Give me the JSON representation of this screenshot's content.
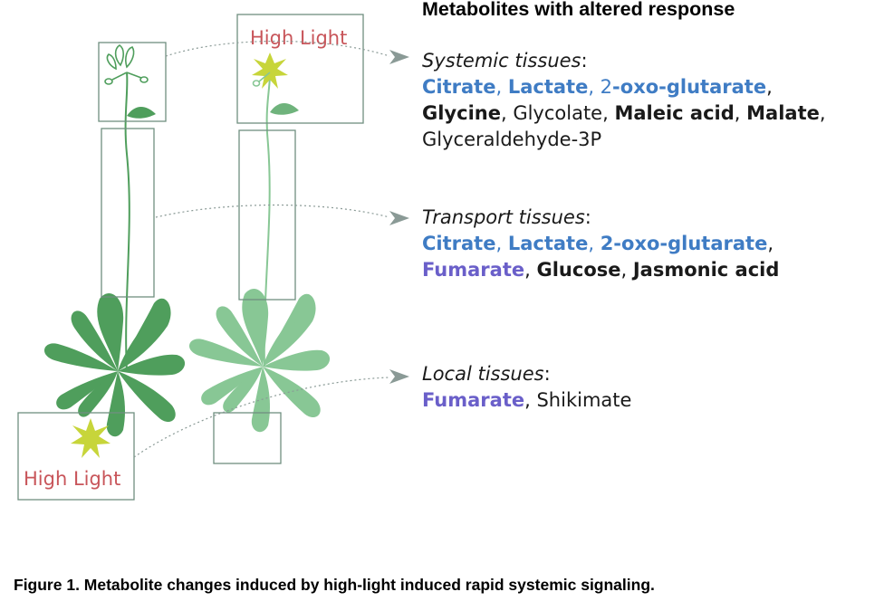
{
  "title": "Metabolites with altered response",
  "high_light_label": "High Light",
  "groups": [
    {
      "heading": "Systemic tissues",
      "lines": [
        [
          {
            "text": "Citrate",
            "style": "blue-bold"
          },
          {
            "text": ", ",
            "style": "blue"
          },
          {
            "text": "Lactate",
            "style": "blue-bold"
          },
          {
            "text": ", 2",
            "style": "blue"
          },
          {
            "text": "-oxo-glutarate",
            "style": "blue-bold"
          },
          {
            "text": ",",
            "style": "plain"
          }
        ],
        [
          {
            "text": "Glycine",
            "style": "bold"
          },
          {
            "text": ", Glycolate, ",
            "style": "plain"
          },
          {
            "text": "Maleic acid",
            "style": "bold"
          },
          {
            "text": ", ",
            "style": "plain"
          },
          {
            "text": "Malate",
            "style": "bold"
          },
          {
            "text": ",",
            "style": "plain"
          }
        ],
        [
          {
            "text": "Glyceraldehyde-3P",
            "style": "plain"
          }
        ]
      ]
    },
    {
      "heading": "Transport tissues",
      "lines": [
        [
          {
            "text": "Citrate",
            "style": "blue-bold"
          },
          {
            "text": ", ",
            "style": "blue"
          },
          {
            "text": "Lactate",
            "style": "blue-bold"
          },
          {
            "text": ", ",
            "style": "blue"
          },
          {
            "text": "2-oxo-glutarate",
            "style": "blue-bold"
          },
          {
            "text": ",",
            "style": "plain"
          }
        ],
        [
          {
            "text": "Fumarate",
            "style": "purple-bold"
          },
          {
            "text": ", ",
            "style": "plain"
          },
          {
            "text": "Glucose",
            "style": "bold"
          },
          {
            "text": ", ",
            "style": "plain"
          },
          {
            "text": "Jasmonic acid",
            "style": "bold"
          }
        ]
      ]
    },
    {
      "heading": "Local tissues",
      "lines": [
        [
          {
            "text": "Fumarate",
            "style": "purple-bold"
          },
          {
            "text": ", Shikimate",
            "style": "plain"
          }
        ]
      ]
    }
  ],
  "caption": "Figure 1. Metabolite changes induced by high-light induced rapid systemic signaling.",
  "colors": {
    "leaf_dark": "#4f9e5c",
    "leaf_light": "#88c795",
    "highlight_star": "#c7d53a",
    "box_border": "#6f8f80",
    "arrow": "#8a9a96",
    "high_light_text": "#c8555a",
    "blue_metabolite": "#3f7cc4",
    "purple_metabolite": "#6a5fc9"
  }
}
